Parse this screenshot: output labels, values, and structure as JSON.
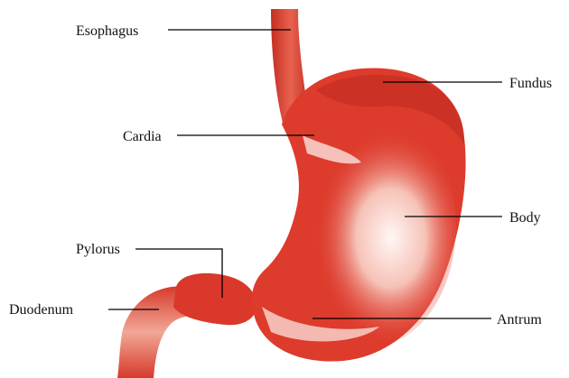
{
  "labels": {
    "esophagus": "Esophagus",
    "fundus": "Fundus",
    "cardia": "Cardia",
    "body": "Body",
    "pylorus": "Pylorus",
    "duodenum": "Duodenum",
    "antrum": "Antrum"
  },
  "colors": {
    "organ": "#dd3b2c",
    "organ_dark": "#c42e22",
    "highlight": "#fbe4de",
    "line": "#000000"
  }
}
